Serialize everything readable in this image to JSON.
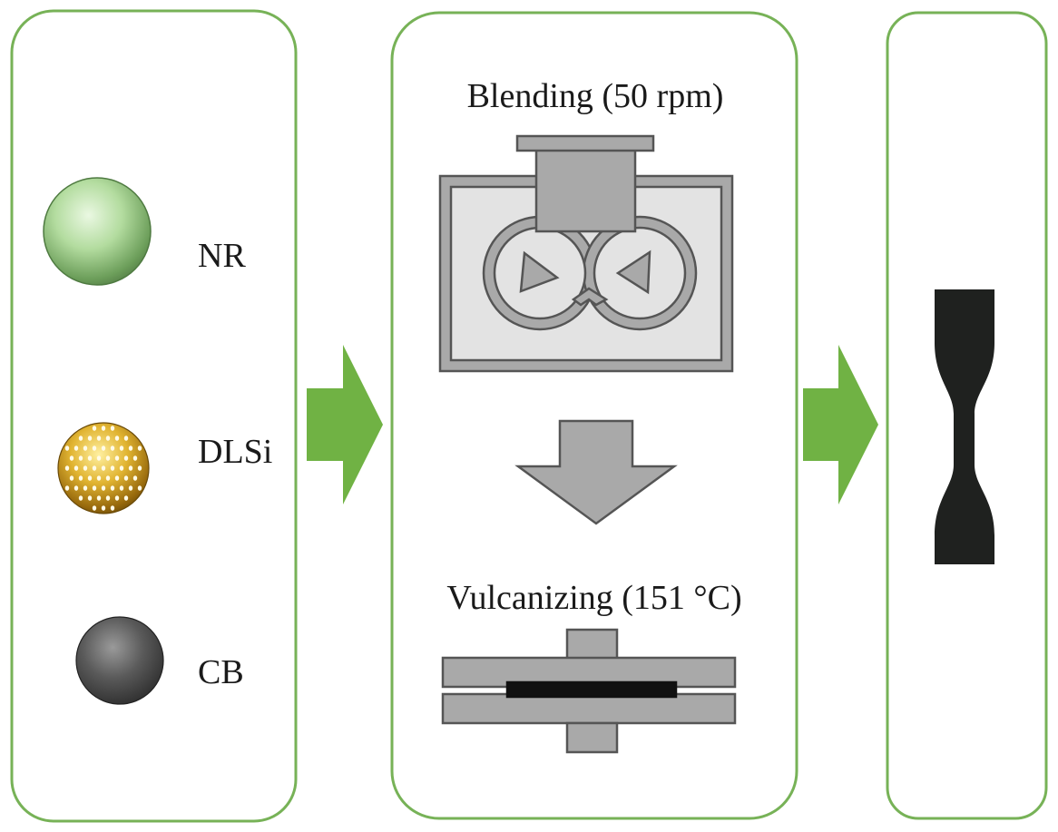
{
  "materials_panel": {
    "items": [
      {
        "label": "NR",
        "icon": "green-sphere-icon"
      },
      {
        "label": "DLSi",
        "icon": "gold-dotted-sphere-icon"
      },
      {
        "label": "CB",
        "icon": "dark-gray-sphere-icon"
      }
    ]
  },
  "process_panel": {
    "blending_label": "Blending (50 rpm)",
    "vulcanizing_label": "Vulcanizing (151 °C)"
  },
  "colors": {
    "panel_border": "#77b257",
    "flow_arrow": "#70b244",
    "equipment_fill": "#a9a9a9",
    "equipment_stroke": "#555555",
    "chamber_fill": "#e3e3e3",
    "sample": "#1f211f"
  },
  "icons": {
    "process_arrow": "down-arrow-icon",
    "flow_arrow": "right-arrow-icon",
    "product": "dumbbell-specimen-icon"
  }
}
